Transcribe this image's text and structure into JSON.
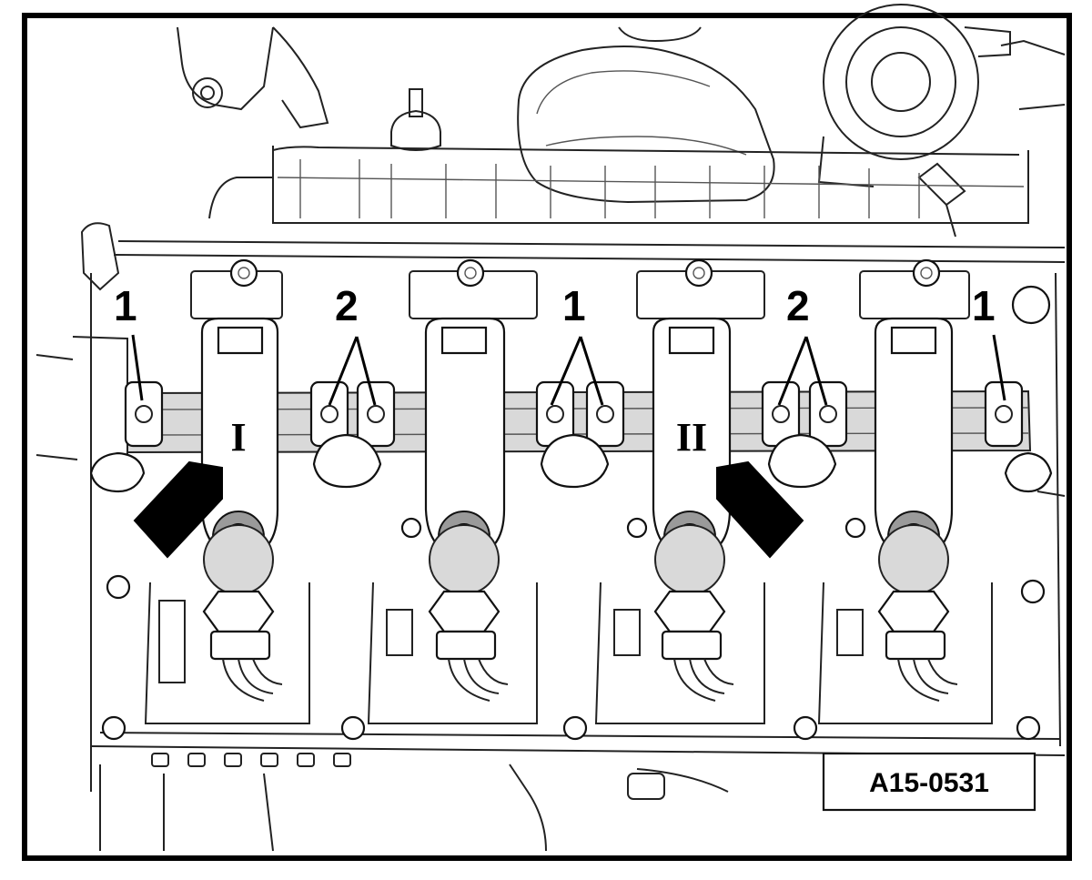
{
  "diagram": {
    "reference_code": "A15-0531",
    "callouts": [
      {
        "id": "c1a",
        "label": "1"
      },
      {
        "id": "c2a",
        "label": "2"
      },
      {
        "id": "c1b",
        "label": "1"
      },
      {
        "id": "c2b",
        "label": "2"
      },
      {
        "id": "c1c",
        "label": "1"
      }
    ],
    "cap_labels": [
      {
        "id": "cap1",
        "label": "I"
      },
      {
        "id": "cap2",
        "label": "II"
      }
    ]
  }
}
